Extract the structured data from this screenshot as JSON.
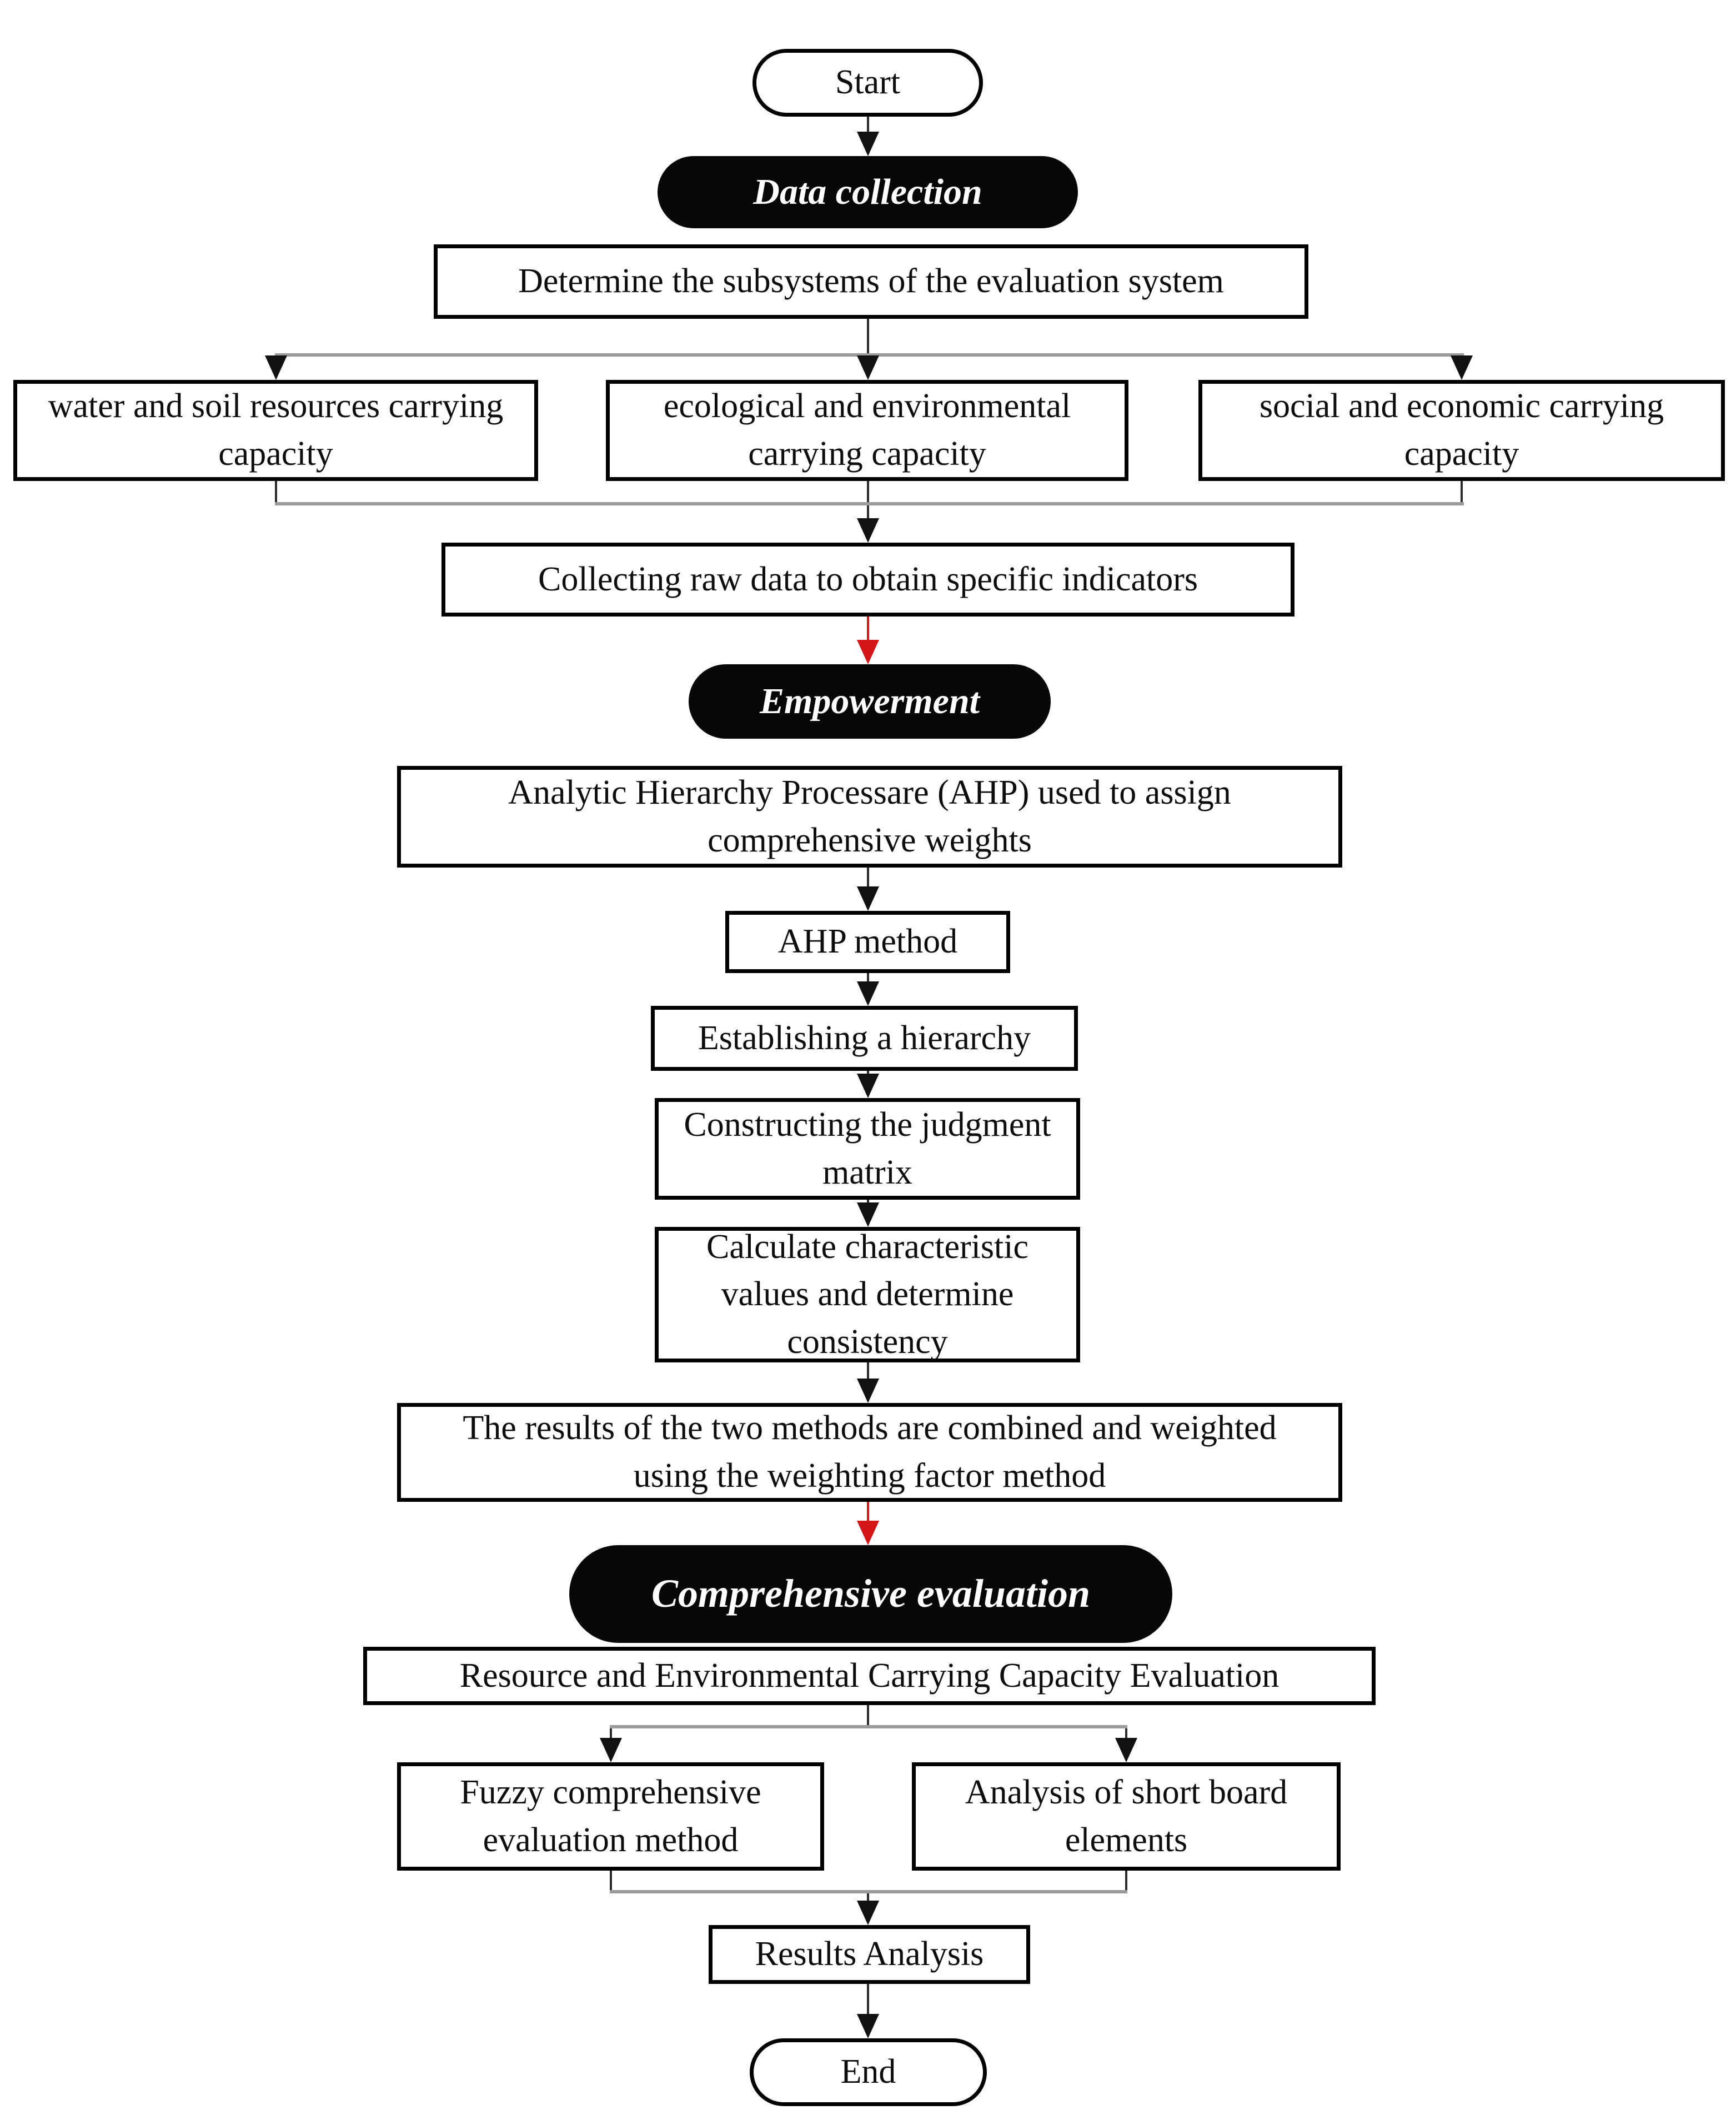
{
  "diagram": {
    "type": "flowchart",
    "nodes": {
      "start": {
        "label": "Start",
        "shape": "stadium"
      },
      "data_collection": {
        "label": "Data collection",
        "shape": "black-pill"
      },
      "determine_subsystems": {
        "label": "Determine the subsystems of the evaluation system",
        "shape": "rect"
      },
      "water_soil": {
        "label": "water and soil resources carrying capacity",
        "shape": "rect"
      },
      "ecological": {
        "label": "ecological and environmental carrying capacity",
        "shape": "rect"
      },
      "social_economic": {
        "label": "social and economic carrying capacity",
        "shape": "rect"
      },
      "collecting": {
        "label": "Collecting raw data to obtain specific indicators",
        "shape": "rect"
      },
      "empowerment": {
        "label": "Empowerment",
        "shape": "black-pill"
      },
      "ahp_assign": {
        "label": "Analytic Hierarchy Processare (AHP) used to assign comprehensive weights",
        "shape": "rect"
      },
      "ahp_method": {
        "label": "AHP method",
        "shape": "rect"
      },
      "establish_hierarchy": {
        "label": "Establishing a hierarchy",
        "shape": "rect"
      },
      "judgment_matrix": {
        "label": "Constructing the judgment matrix",
        "shape": "rect"
      },
      "characteristic_values": {
        "label": "Calculate characteristic values and determine consistency",
        "shape": "rect"
      },
      "combine_weighting": {
        "label": "The results of the two methods are combined and weighted using the weighting factor method",
        "shape": "rect"
      },
      "comprehensive_evaluation": {
        "label": "Comprehensive evaluation",
        "shape": "black-pill"
      },
      "recc_evaluation": {
        "label": "Resource and Environmental Carrying Capacity Evaluation",
        "shape": "rect"
      },
      "fuzzy_method": {
        "label": "Fuzzy comprehensive evaluation method",
        "shape": "rect"
      },
      "short_board": {
        "label": "Analysis of short board elements",
        "shape": "rect"
      },
      "results_analysis": {
        "label": "Results Analysis",
        "shape": "rect"
      },
      "end": {
        "label": "End",
        "shape": "stadium"
      }
    },
    "edges": [
      {
        "from": "start",
        "to": "data_collection",
        "color": "black"
      },
      {
        "from": "determine_subsystems",
        "to": "water_soil",
        "color": "black"
      },
      {
        "from": "determine_subsystems",
        "to": "ecological",
        "color": "black"
      },
      {
        "from": "determine_subsystems",
        "to": "social_economic",
        "color": "black"
      },
      {
        "from": "water_soil",
        "to": "collecting",
        "color": "black"
      },
      {
        "from": "ecological",
        "to": "collecting",
        "color": "black"
      },
      {
        "from": "social_economic",
        "to": "collecting",
        "color": "black"
      },
      {
        "from": "collecting",
        "to": "empowerment",
        "color": "red"
      },
      {
        "from": "ahp_assign",
        "to": "ahp_method",
        "color": "black"
      },
      {
        "from": "ahp_method",
        "to": "establish_hierarchy",
        "color": "black"
      },
      {
        "from": "establish_hierarchy",
        "to": "judgment_matrix",
        "color": "black"
      },
      {
        "from": "judgment_matrix",
        "to": "characteristic_values",
        "color": "black"
      },
      {
        "from": "characteristic_values",
        "to": "combine_weighting",
        "color": "black"
      },
      {
        "from": "combine_weighting",
        "to": "comprehensive_evaluation",
        "color": "red"
      },
      {
        "from": "recc_evaluation",
        "to": "fuzzy_method",
        "color": "black"
      },
      {
        "from": "recc_evaluation",
        "to": "short_board",
        "color": "black"
      },
      {
        "from": "fuzzy_method",
        "to": "results_analysis",
        "color": "black"
      },
      {
        "from": "short_board",
        "to": "results_analysis",
        "color": "black"
      },
      {
        "from": "results_analysis",
        "to": "end",
        "color": "black"
      }
    ],
    "colors": {
      "node_fill": "#ffffff",
      "pill_fill": "#070707",
      "pill_text": "#ffffff",
      "border": "#000000",
      "arrow_black": "#111111",
      "arrow_red": "#d41616",
      "branch_line_gray": "#9b9b9b"
    }
  }
}
